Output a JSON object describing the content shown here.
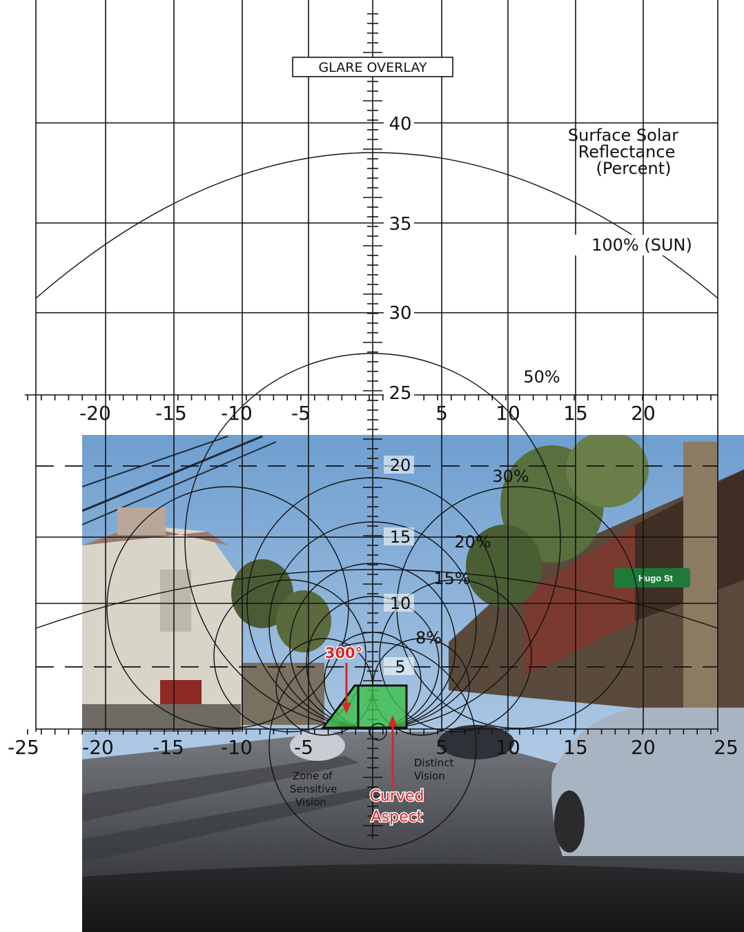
{
  "title": "GLARE OVERLAY",
  "legend": {
    "heading_lines": [
      "Surface Solar",
      "Reflectance",
      "(Percent)"
    ],
    "sun_label": "100% (SUN)"
  },
  "contours": [
    {
      "label": "50%",
      "percent": 50
    },
    {
      "label": "30%",
      "percent": 30
    },
    {
      "label": "20%",
      "percent": 20
    },
    {
      "label": "15%",
      "percent": 15
    },
    {
      "label": "8%",
      "percent": 8
    }
  ],
  "vertical_scale_labels": [
    "40",
    "35",
    "30",
    "25",
    "20",
    "15",
    "10",
    "5"
  ],
  "upper_horizontal_scale_labels": [
    "-20",
    "-15",
    "-10",
    "-5",
    "5",
    "10",
    "15",
    "20"
  ],
  "lower_horizontal_scale_labels": [
    "-25",
    "-20",
    "-15",
    "-10",
    "-5",
    "5",
    "10",
    "15",
    "20",
    "25"
  ],
  "zone_labels": {
    "sensitive": [
      "Zone of",
      "Sensitive",
      "Vision"
    ],
    "distinct": [
      "Distinct",
      "Vision"
    ]
  },
  "annotations": {
    "angle": "300°",
    "aspect": [
      "Curved",
      "Aspect"
    ]
  },
  "photo": {
    "street_sign": "Hugo St"
  },
  "colors": {
    "annotation_red": "#d8262a",
    "glare_green": "#3cc04a",
    "sky_blue": "#8fb6dd",
    "grid": "#111111"
  }
}
